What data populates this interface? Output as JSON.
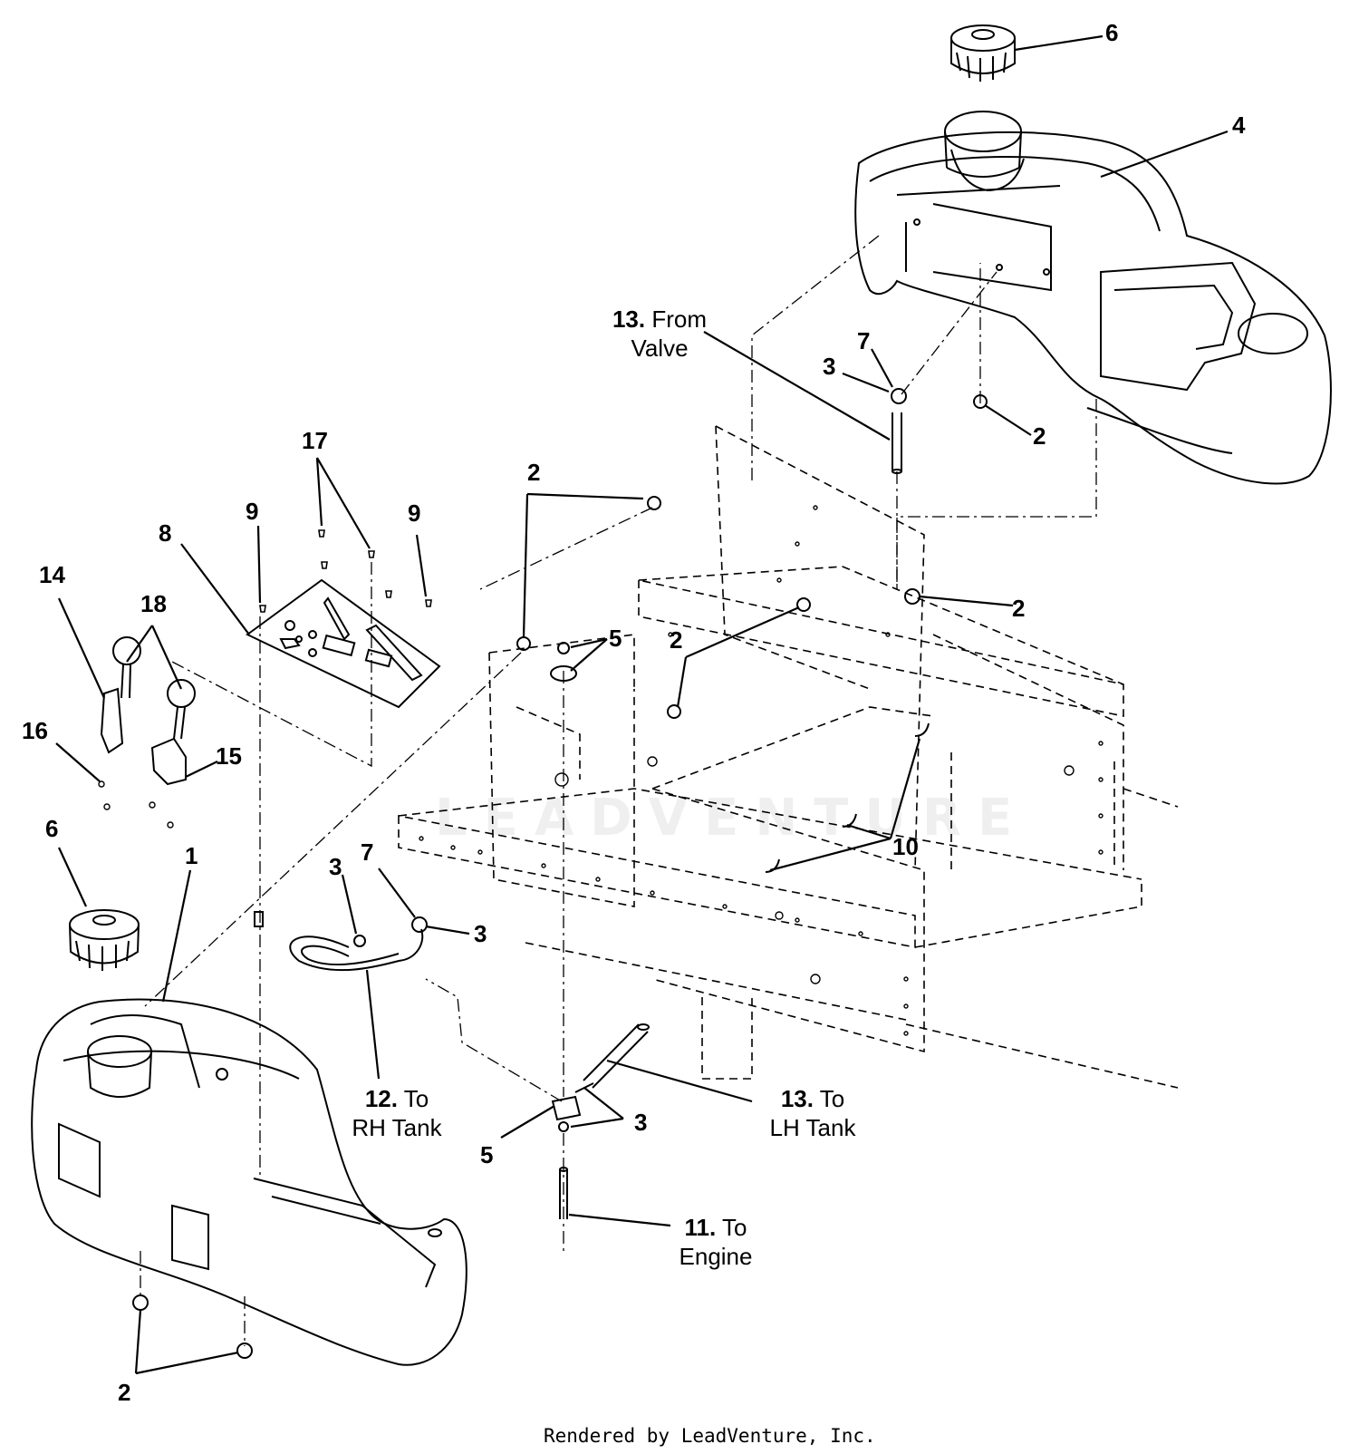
{
  "watermark": "LEADVENTURE",
  "credit": "Rendered by LeadVenture, Inc.",
  "callouts": {
    "c6_top": {
      "num": "6"
    },
    "c4": {
      "num": "4"
    },
    "c13_from": {
      "num": "13.",
      "line1": " From",
      "line2": "Valve"
    },
    "c7_top": {
      "num": "7"
    },
    "c3_top": {
      "num": "3"
    },
    "c2_tank": {
      "num": "2"
    },
    "c2_frame_top": {
      "num": "2"
    },
    "c2_right": {
      "num": "2"
    },
    "c17": {
      "num": "17"
    },
    "c9_left": {
      "num": "9"
    },
    "c9_right": {
      "num": "9"
    },
    "c8": {
      "num": "8"
    },
    "c5_top": {
      "num": "5"
    },
    "c2_mid": {
      "num": "2"
    },
    "c14": {
      "num": "14"
    },
    "c18": {
      "num": "18"
    },
    "c16": {
      "num": "16"
    },
    "c15": {
      "num": "15"
    },
    "c10": {
      "num": "10"
    },
    "c6_left": {
      "num": "6"
    },
    "c1": {
      "num": "1"
    },
    "c3_hose": {
      "num": "3"
    },
    "c7_hose": {
      "num": "7"
    },
    "c3_hose_right": {
      "num": "3"
    },
    "c12": {
      "num": "12.",
      "line1": " To",
      "line2": "RH Tank"
    },
    "c13_to": {
      "num": "13.",
      "line1": " To",
      "line2": "LH Tank"
    },
    "c3_valve": {
      "num": "3"
    },
    "c5_valve": {
      "num": "5"
    },
    "c11": {
      "num": "11.",
      "line1": " To",
      "line2": "Engine"
    },
    "c2_bottom": {
      "num": "2"
    }
  }
}
